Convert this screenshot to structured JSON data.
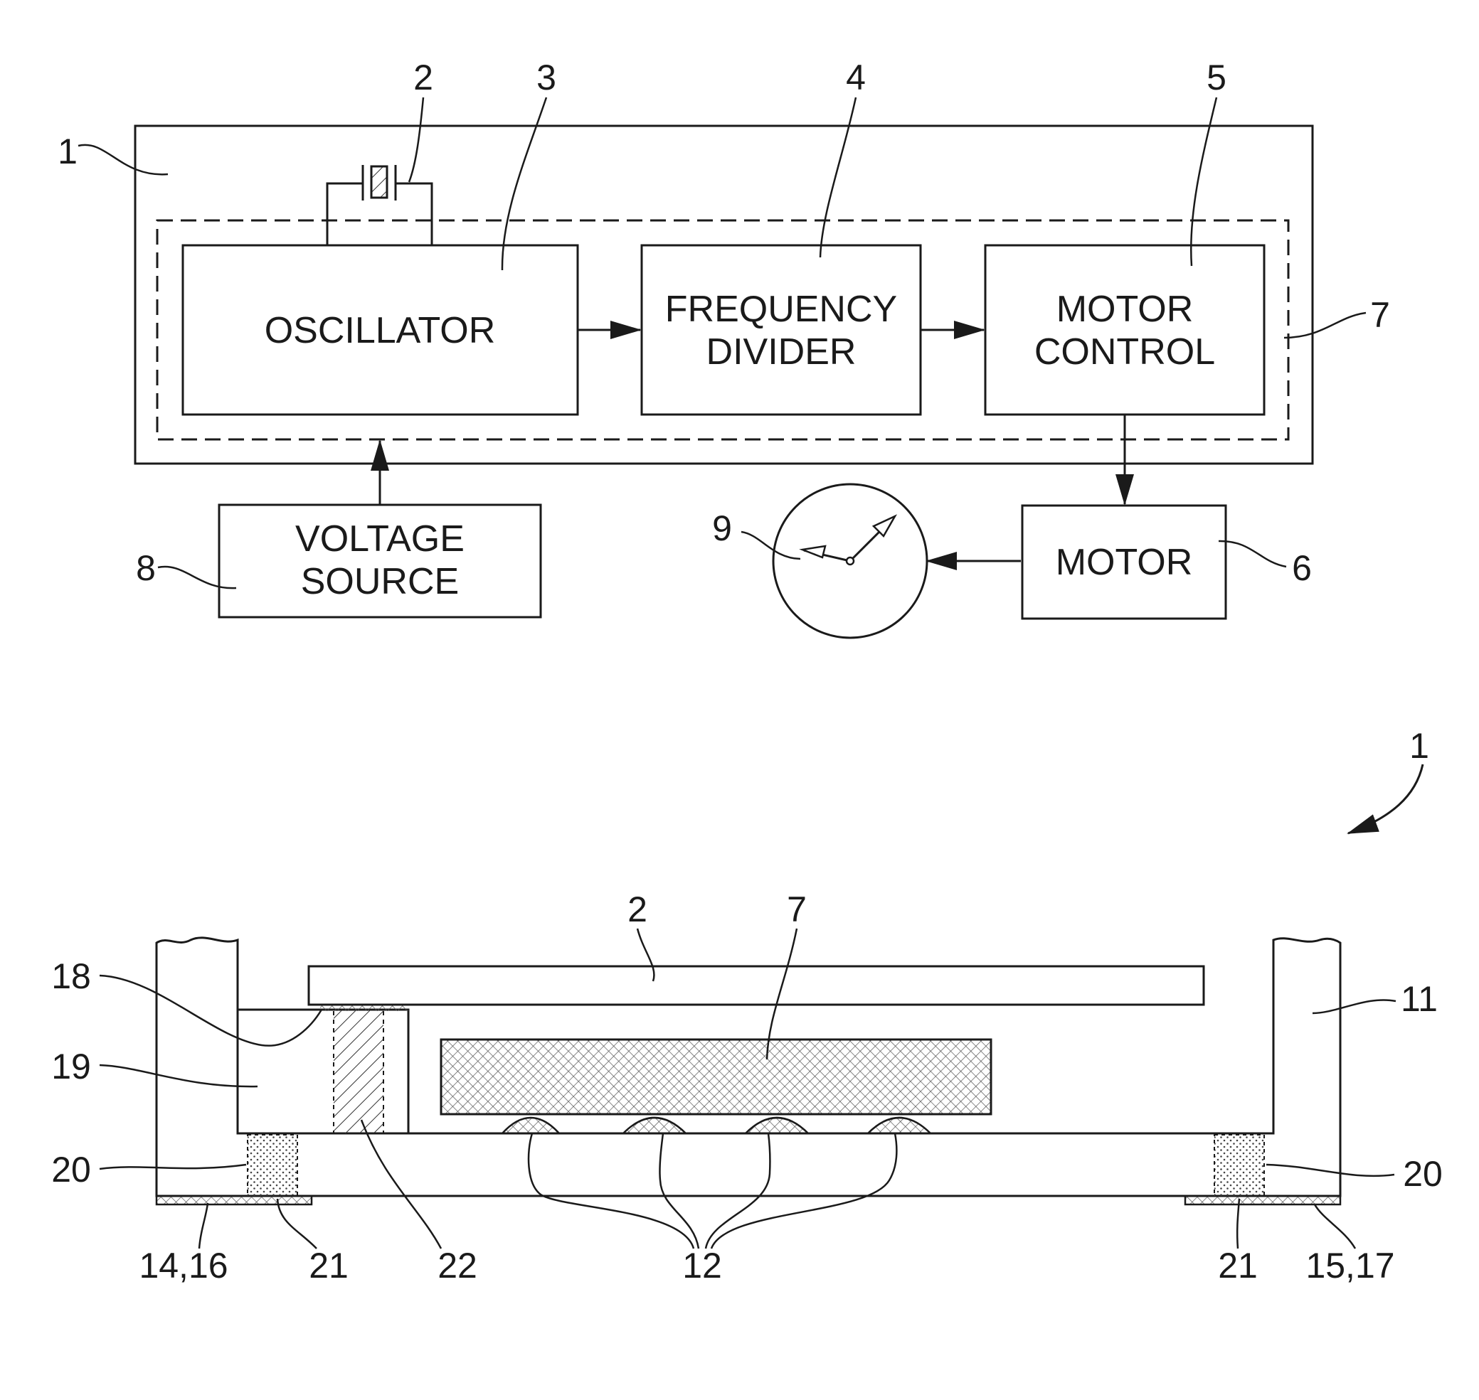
{
  "block_diagram": {
    "blocks": {
      "oscillator": "OSCILLATOR",
      "frequency_divider_line1": "FREQUENCY",
      "frequency_divider_line2": "DIVIDER",
      "motor_control_line1": "MOTOR",
      "motor_control_line2": "CONTROL",
      "voltage_source_line1": "VOLTAGE",
      "voltage_source_line2": "SOURCE",
      "motor": "MOTOR"
    },
    "refs": {
      "module": "1",
      "crystal": "2",
      "oscillator": "3",
      "divider": "4",
      "motor_control": "5",
      "motor": "6",
      "circuit": "7",
      "voltage_source": "8",
      "dial": "9"
    }
  },
  "cross_section": {
    "refs": {
      "assembly": "1",
      "crystal": "2",
      "circuit": "7",
      "housing": "11",
      "bumps": "12",
      "pad_left": "14,16",
      "pad_right": "15,17",
      "layer": "18",
      "spacer": "19",
      "via_left": "20",
      "via_right": "20",
      "fill_left": "21",
      "fill_right": "21",
      "connector": "22"
    }
  }
}
